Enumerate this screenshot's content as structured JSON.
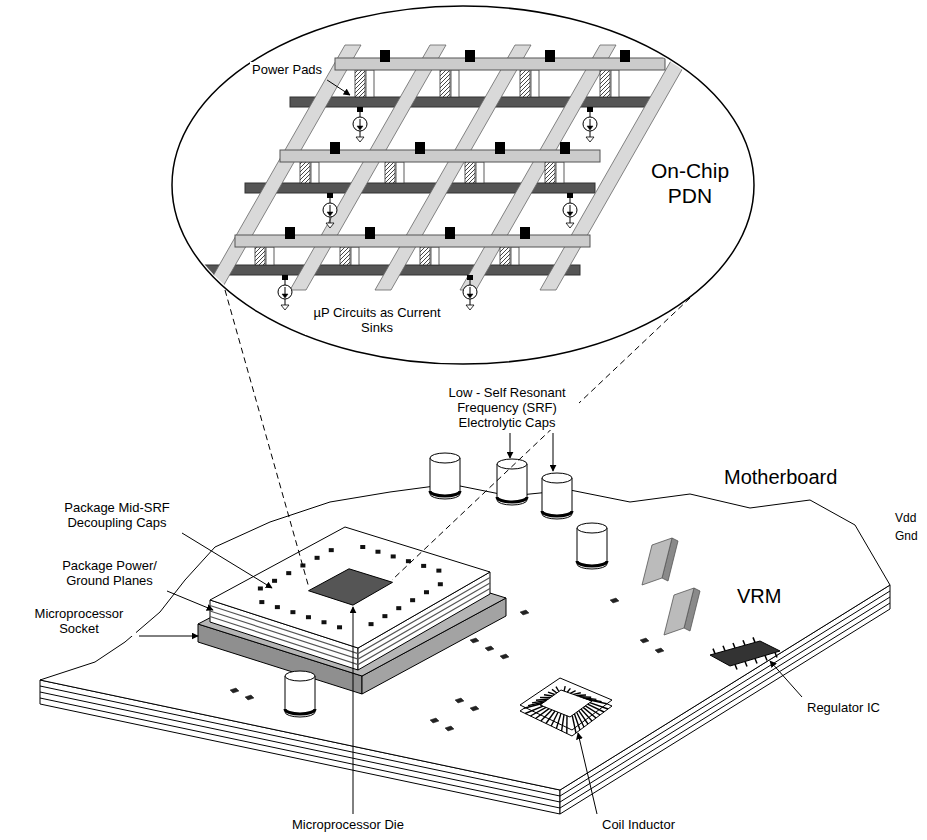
{
  "diagram": {
    "nodes": [
      {
        "text": [
          "On-Chip PDN"
        ]
      }
    ],
    "labels": [
      "Power Pads",
      "µP Circuits as Current Sinks",
      "Low - Self Resonant Frequency (SRF) Electrolytic Caps",
      "Motherboard",
      "Vdd",
      "Gnd",
      "VRM",
      "Package Mid-SRF Decoupling Caps",
      "Package Power/ Ground Planes",
      "Microprocessor Socket",
      "Regulator IC",
      "Microprocessor Die",
      "Coil Inductor"
    ]
  }
}
